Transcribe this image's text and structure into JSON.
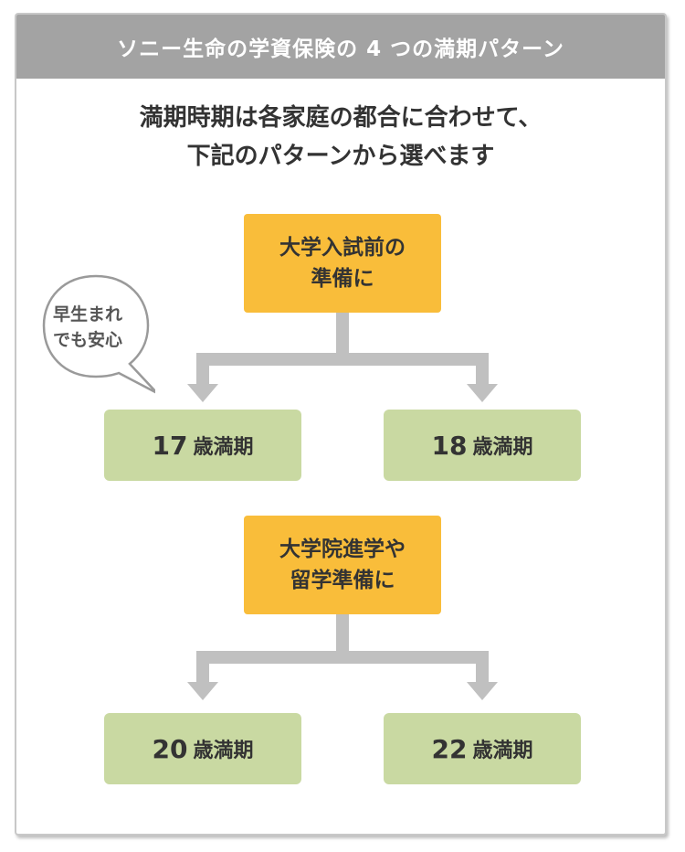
{
  "header": {
    "title": "ソニー生命の学資保険の 4 つの満期パターン"
  },
  "intro": {
    "line1": "満期時期は各家庭の都合に合わせて、",
    "line2": "下記のパターンから選べます"
  },
  "groups": [
    {
      "purpose_line1": "大学入試前の",
      "purpose_line2": "準備に",
      "terms": [
        {
          "num": "17",
          "unit": "歳満期"
        },
        {
          "num": "18",
          "unit": "歳満期"
        }
      ]
    },
    {
      "purpose_line1": "大学院進学や",
      "purpose_line2": "留学準備に",
      "terms": [
        {
          "num": "20",
          "unit": "歳満期"
        },
        {
          "num": "22",
          "unit": "歳満期"
        }
      ]
    }
  ],
  "bubble": {
    "line1": "早生まれ",
    "line2": "でも安心"
  },
  "colors": {
    "header_bg": "#a3a3a3",
    "purpose_bg": "#f9bd3a",
    "term_bg": "#c9d9a2",
    "connector": "#c0c0c0"
  }
}
